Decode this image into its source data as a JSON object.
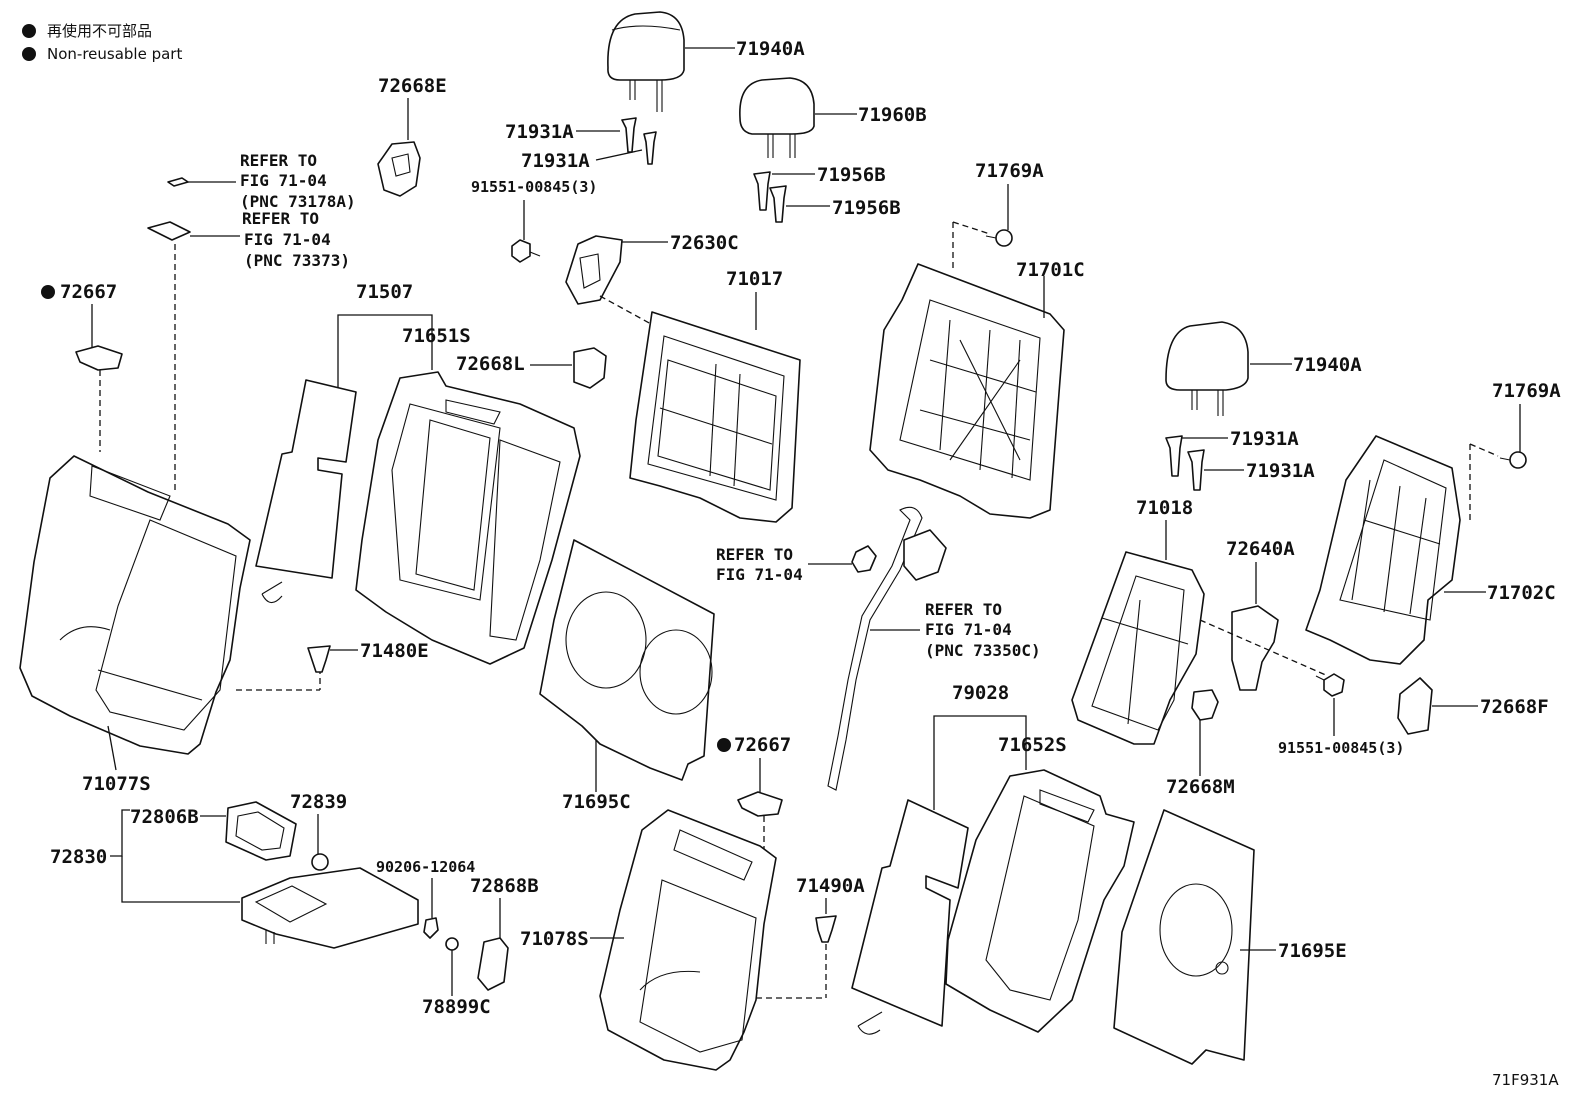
{
  "legend": [
    {
      "marker": "●",
      "text": "再使用不可部品"
    },
    {
      "marker": "●",
      "text": "Non-reusable part"
    }
  ],
  "figure_id": "71F931A",
  "labels": {
    "p71940A_1": "71940A",
    "p71960B": "71960B",
    "p71931A_1": "71931A",
    "p71931A_2": "71931A",
    "p91551_1": "91551-00845(3)",
    "p71956B_1": "71956B",
    "p71956B_2": "71956B",
    "p72668E": "72668E",
    "p72630C": "72630C",
    "p71769A_1": "71769A",
    "p71701C": "71701C",
    "p71017": "71017",
    "p72667_1": "72667",
    "p71507": "71507",
    "p71651S": "71651S",
    "p72668L": "72668L",
    "p71940A_2": "71940A",
    "p71769A_2": "71769A",
    "p71931A_3": "71931A",
    "p71931A_4": "71931A",
    "p71018": "71018",
    "p72640A": "72640A",
    "p71702C": "71702C",
    "p71480E": "71480E",
    "p79028": "79028",
    "p71652S": "71652S",
    "p72668F": "72668F",
    "p91551_2": "91551-00845(3)",
    "p72668M": "72668M",
    "p71077S": "71077S",
    "p72667_2": "72667",
    "p71695C": "71695C",
    "p72806B": "72806B",
    "p72839": "72839",
    "p72830": "72830",
    "p90206": "90206-12064",
    "p72868B": "72868B",
    "p71490A": "71490A",
    "p71078S": "71078S",
    "p71695E": "71695E",
    "p78899C": "78899C"
  },
  "refs": {
    "r1": [
      "REFER TO",
      "FIG 71-04",
      "(PNC 73178A)"
    ],
    "r2": [
      "REFER TO",
      "FIG 71-04",
      "(PNC 73373)"
    ],
    "r3": [
      "REFER TO",
      "FIG 71-04"
    ],
    "r4": [
      "REFER TO",
      "FIG 71-04",
      "(PNC 73350C)"
    ]
  }
}
